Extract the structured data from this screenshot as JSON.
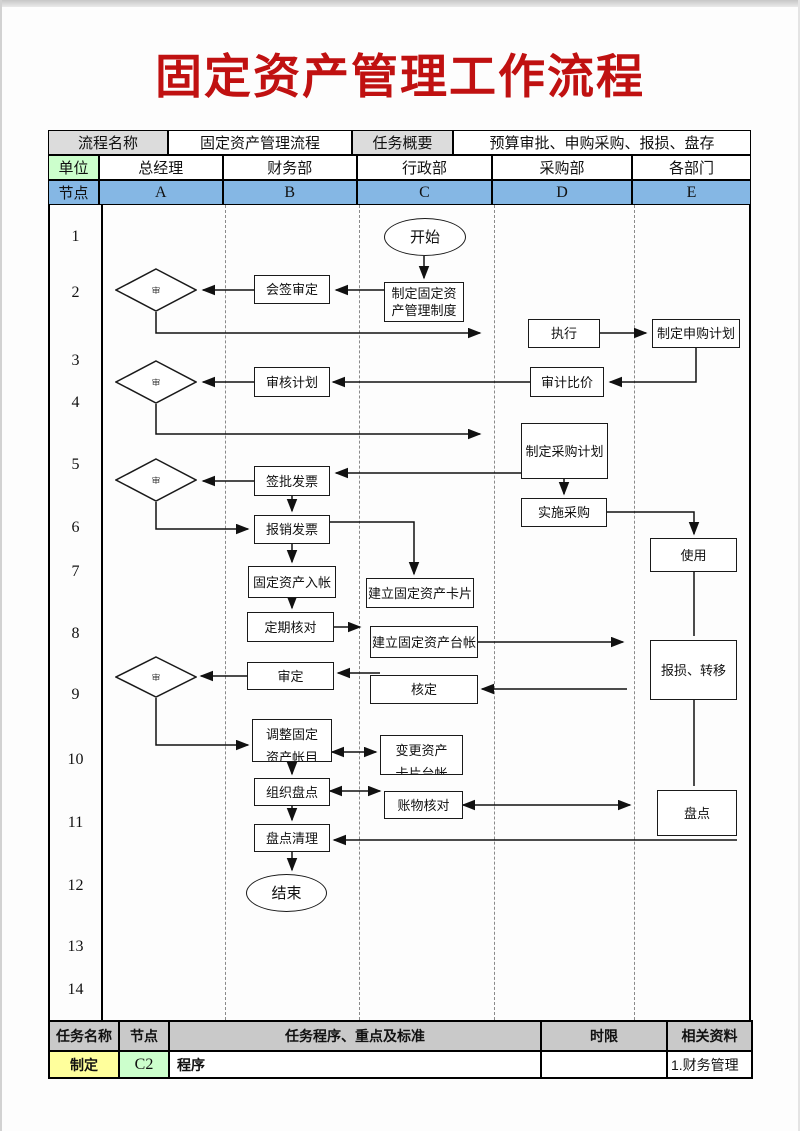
{
  "title": "固定资产管理工作流程",
  "info_table": {
    "process_name_label": "流程名称",
    "process_name_value": "固定资产管理流程",
    "task_summary_label": "任务概要",
    "task_summary_value": "预算审批、申购采购、报损、盘存",
    "unit_label": "单位",
    "node_label": "节点",
    "units": [
      "总经理",
      "财务部",
      "行政部",
      "采购部",
      "各部门"
    ],
    "node_letters": [
      "A",
      "B",
      "C",
      "D",
      "E"
    ]
  },
  "rows": [
    "1",
    "2",
    "3",
    "4",
    "5",
    "6",
    "7",
    "8",
    "9",
    "10",
    "11",
    "12",
    "13",
    "14"
  ],
  "flow": {
    "decision_glyph": "审",
    "nodes": {
      "start": "开始",
      "make_system": "制定固定资\n产管理制度",
      "sign_review": "会签审定",
      "execute": "执行",
      "purchase_request_plan": "制定申购计划",
      "review_plan": "审核计划",
      "audit_compare": "审计比价",
      "procurement_plan": "制定采购计划",
      "approve_invoice": "签批发票",
      "implement_procurement": "实施采购",
      "reimburse_invoice": "报销发票",
      "use": "使用",
      "asset_entry": "固定资产入帐",
      "create_asset_card": "建立固定资产卡片",
      "periodic_check": "定期核对",
      "create_asset_ledger": "建立固定资产台帐",
      "damage_transfer": "报损、转移",
      "review": "审定",
      "verify": "核定",
      "adjust_accounts": "调整固定\n资产帐目",
      "change_asset": "变更资产\n卡片台帐",
      "organize_inventory": "组织盘点",
      "account_check": "账物核对",
      "inventory": "盘点",
      "inventory_cleanup": "盘点清理",
      "end": "结束"
    }
  },
  "bottom_table": {
    "headers": [
      "任务名称",
      "节点",
      "任务程序、重点及标准",
      "时限",
      "相关资料"
    ],
    "row": {
      "task_name": "制定",
      "node": "C2",
      "procedure": "程序",
      "time_limit": "",
      "reference": "1.财务管理"
    }
  },
  "colors": {
    "title_red": "#c01111",
    "node_row_blue": "#85b7e4",
    "unit_green": "#ccffcc",
    "header_gray": "#dcdcdc",
    "bottom_header_gray": "#c9c9c9",
    "task_yellow": "#ffff9c"
  }
}
